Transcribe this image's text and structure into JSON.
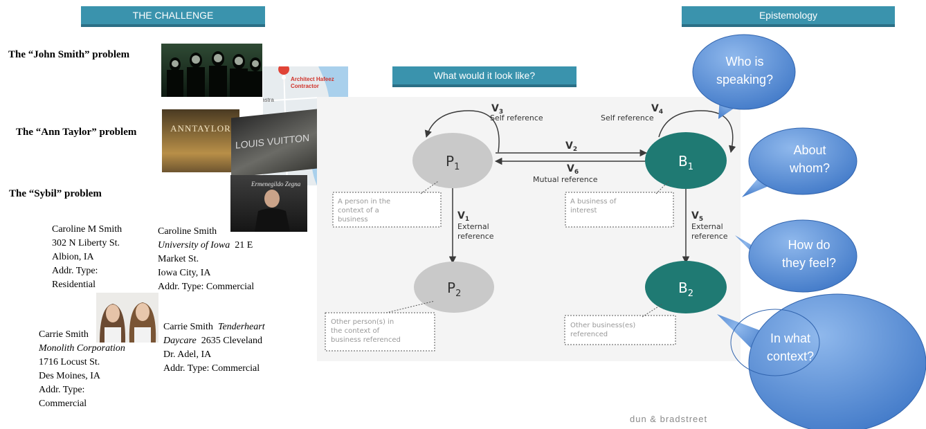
{
  "headers": {
    "challenge": "THE CHALLENGE",
    "epistemology": "Epistemology",
    "look": "What would it look like?"
  },
  "problems": [
    "The “John Smith” problem",
    "The “Ann Taylor” problem",
    "The “Sybil” problem"
  ],
  "photos": {
    "map_pin_label": "Architect Hafeez Contractor",
    "map_street": "astra",
    "store1": "ANNTAYLOR",
    "store2": "LOUIS VUITTON",
    "store3": "Ermenegildo Zegna"
  },
  "addresses": {
    "a1": {
      "l1": "Caroline M Smith",
      "l2": "302 N Liberty St.",
      "l3": "Albion, IA",
      "l4": "Addr. Type:",
      "l5": "Residential"
    },
    "a2": {
      "l1": "Caroline Smith",
      "l2i": "University of Iowa",
      "l2": "21 E",
      "l3": "Market St.",
      "l4": "Iowa City, IA",
      "l5": "Addr. Type: Commercial"
    },
    "a3": {
      "l1": "Carrie Smith",
      "l2i": "Monolith Corporation",
      "l3": "1716 Locust St.",
      "l4": "Des Moines, IA",
      "l5": "Addr. Type:",
      "l6": "Commercial"
    },
    "a4": {
      "l1": "Carrie Smith",
      "l1i": "Tenderheart",
      "l2i": "Daycare",
      "l2": "2635 Cleveland",
      "l3": "Dr.  Adel, IA",
      "l4": "Addr. Type: Commercial"
    }
  },
  "diagram": {
    "nodes": {
      "p1": "P",
      "p2": "P",
      "b1": "B",
      "b2": "B",
      "sub1": "1",
      "sub2": "2"
    },
    "v": [
      "V",
      "V",
      "V",
      "V",
      "V",
      "V"
    ],
    "vsub": [
      "1",
      "2",
      "3",
      "4",
      "5",
      "6"
    ],
    "labels": {
      "self1": "Self reference",
      "self2": "Self reference",
      "mutual": "Mutual reference",
      "ext1a": "External",
      "ext1b": "reference",
      "ext2a": "External",
      "ext2b": "reference"
    },
    "notes": {
      "n1a": "A person in the",
      "n1b": "context of a",
      "n1c": "business",
      "n2a": "A business of",
      "n2b": "interest",
      "n3a": "Other person(s) in",
      "n3b": "the context of",
      "n3c": "business referenced",
      "n4a": "Other business(es)",
      "n4b": "referenced"
    }
  },
  "bubbles": [
    {
      "l1": "Who is",
      "l2": "speaking?"
    },
    {
      "l1": "About",
      "l2": "whom?"
    },
    {
      "l1": "How do",
      "l2": "they feel?"
    },
    {
      "l1": "In what",
      "l2": "context?"
    }
  ],
  "logo": "dun & bradstreet",
  "colors": {
    "header": "#3a93ad",
    "teal": "#1f7a73",
    "gray": "#c9c9c9",
    "bubble": "#4a86d0"
  }
}
